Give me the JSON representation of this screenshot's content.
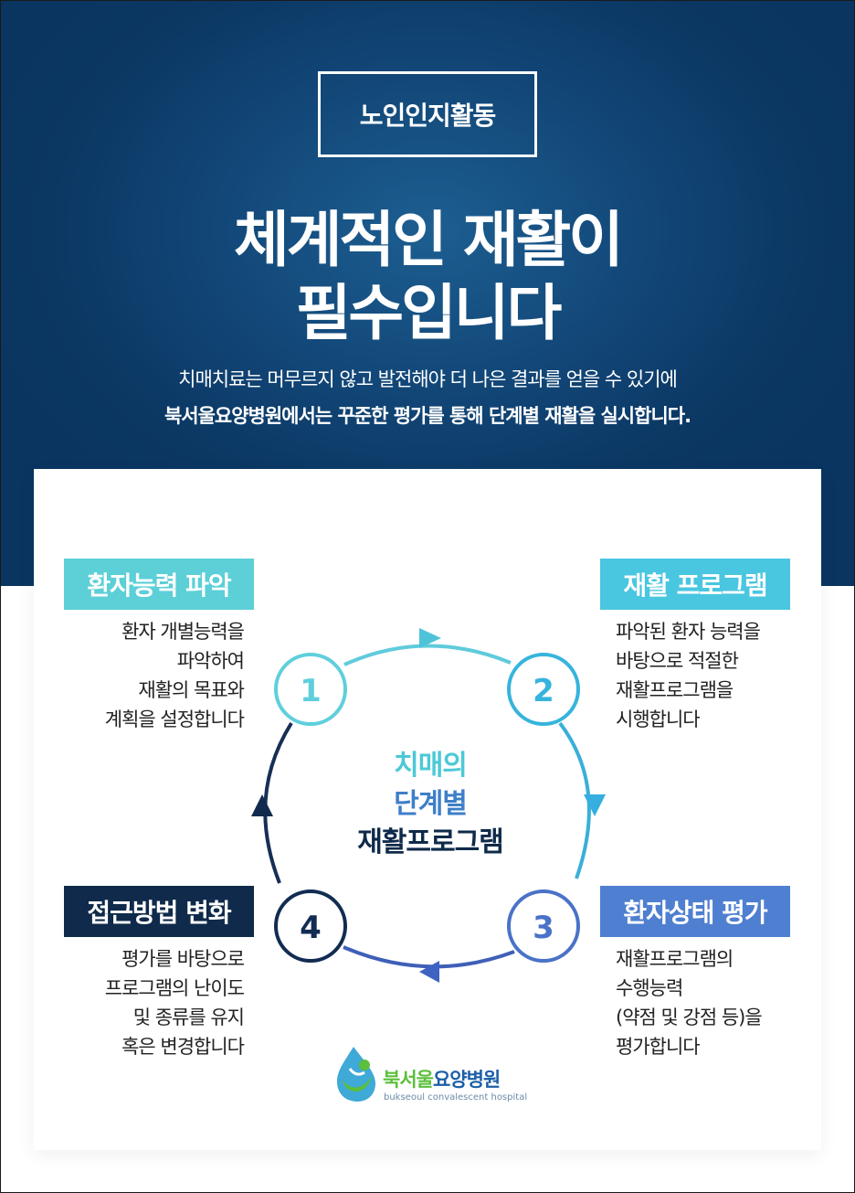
{
  "header": {
    "tag": "노인인지활동",
    "headline_line1": "체계적인 재활이",
    "headline_line2": "필수입니다",
    "sub_line1": "치매치료는 머무르지 않고 발전해야 더 나은 결과를 얻을 수 있기에",
    "sub_line2": "북서울요양병원에서는 꾸준한 평가를 통해 단계별 재활을 실시합니다."
  },
  "cycle": {
    "center_lines": [
      "치매의",
      "단계별",
      "재활프로그램"
    ],
    "steps": [
      {
        "number": "1",
        "title": "환자능력 파악",
        "desc": [
          "환자 개별능력을",
          "파악하여",
          "재활의 목표와",
          "계획을 설정합니다"
        ]
      },
      {
        "number": "2",
        "title": "재활 프로그램",
        "desc": [
          "파악된 환자 능력을",
          "바탕으로 적절한",
          "재활프로그램을",
          "시행합니다"
        ]
      },
      {
        "number": "3",
        "title": "환자상태 평가",
        "desc": [
          "재활프로그램의",
          "수행능력",
          "(약점 및 강점 등)을",
          "평가합니다"
        ]
      },
      {
        "number": "4",
        "title": "접근방법 변화",
        "desc": [
          "평가를 바탕으로",
          "프로그램의 난이도",
          "및 종류를 유지",
          "혹은 변경합니다"
        ]
      }
    ]
  },
  "logo": {
    "name_part1": "북서울",
    "name_part2": "요양병원",
    "english": "bukseoul convalescent hospital"
  },
  "colors": {
    "navy": "#0a3560",
    "teal": "#4cc9d6",
    "blue": "#4f7fd0",
    "dark": "#0f2a4a"
  }
}
